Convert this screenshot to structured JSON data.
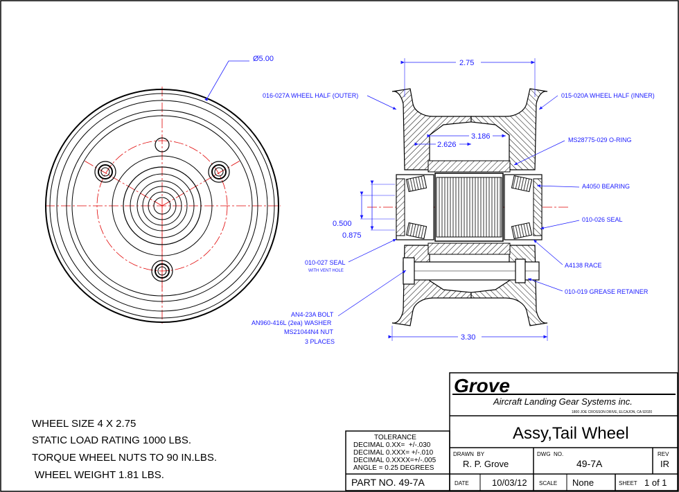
{
  "front_view": {
    "diameter_label": "Ø5.00"
  },
  "section_view": {
    "dim_width_top": "2.75",
    "dim_inner_1": "3.186",
    "dim_inner_2": "2.626",
    "dim_bore_1": "0.500",
    "dim_bore_2": "0.875",
    "dim_width_bottom": "3.30"
  },
  "callouts": {
    "wheel_half_outer": "016-027A WHEEL HALF (OUTER)",
    "wheel_half_inner": "015-020A WHEEL HALF (INNER)",
    "o_ring": "MS28775-029 O-RING",
    "bearing": "A4050 BEARING",
    "seal_026": "010-026 SEAL",
    "seal_027": "010-027 SEAL",
    "seal_027_note": "WITH VENT HOLE",
    "race": "A4138 RACE",
    "grease_retainer": "010-019 GREASE RETAINER",
    "bolt_line1": "AN4-23A BOLT",
    "bolt_line2": "AN960-416L (2ea) WASHER",
    "bolt_line3": "MS21044N4 NUT",
    "bolt_line4": "3 PLACES"
  },
  "notes": [
    "WHEEL SIZE 4 X 2.75",
    "STATIC LOAD RATING  1000 LBS.",
    "TORQUE WHEEL NUTS TO 90 IN.LBS.",
    " WHEEL WEIGHT 1.81 LBS."
  ],
  "title_block": {
    "company": "Grove",
    "subtitle": "Aircraft Landing Gear Systems inc.",
    "address": "1800 JOE CROSSON DRIVE, ELCAJON, CA 92020",
    "title": "Assy,Tail Wheel",
    "tolerance_header": "TOLERANCE",
    "tolerance_lines": [
      "DECIMAL 0.XX=  +/-.030",
      "DECIMAL 0.XXX= +/-.010",
      "DECIMAL 0.XXXX=+/-.005",
      "ANGLE = 0.25 DEGREES"
    ],
    "drawn_by_label": "DRAWN  BY",
    "drawn_by": "R. P. Grove",
    "dwg_no_label": "DWG  NO.",
    "dwg_no": "49-7A",
    "rev_label": "REV",
    "rev": "IR",
    "part_no": "PART NO. 49-7A",
    "date_label": "DATE",
    "date": "10/03/12",
    "scale_label": "SCALE",
    "scale": "None",
    "sheet_label": "SHEET",
    "sheet": "1 of 1"
  },
  "colors": {
    "line": "#000000",
    "dimension": "#1a1aff",
    "centerline": "#e00000"
  }
}
